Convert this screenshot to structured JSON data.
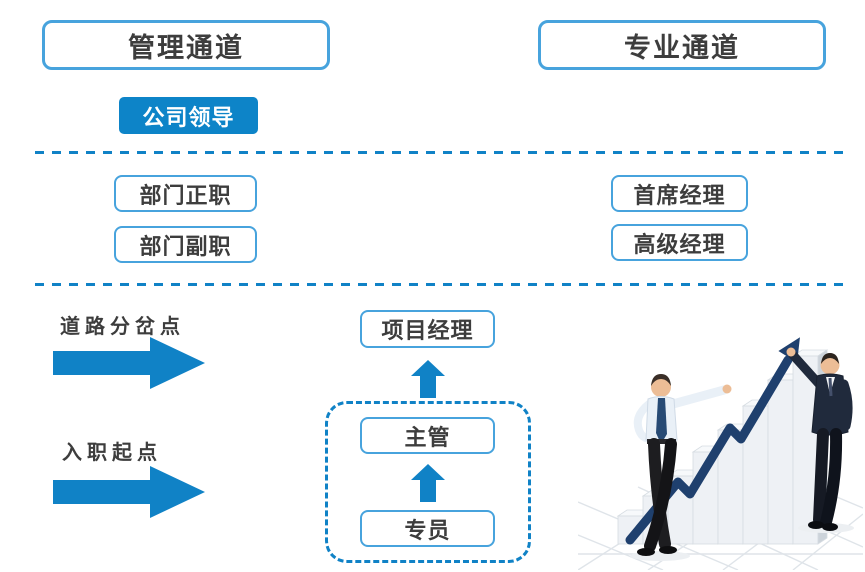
{
  "palette": {
    "accent_blue": "#0d84c8",
    "box_border_blue": "#47a3dd",
    "dash_blue": "#1082c6",
    "text_dark": "#3d3d3d",
    "growth_arrow_navy": "#1f406e"
  },
  "channels": {
    "management": {
      "title": "管理通道",
      "leader_level": "公司领导",
      "senior_levels": [
        "部门正职",
        "部门副职"
      ]
    },
    "professional": {
      "title": "专业通道",
      "senior_levels": [
        "首席经理",
        "高级经理"
      ],
      "mid_level": "项目经理",
      "entry_levels": [
        "主管",
        "专员"
      ]
    }
  },
  "annotations": {
    "fork_point": "道路分岔点",
    "entry_point": "入职起点"
  },
  "icons": {
    "fork_arrow": "right-arrow",
    "entry_arrow": "right-arrow",
    "promotion_arrow": "up-arrow",
    "illustration": "businessmen-growth-chart"
  }
}
